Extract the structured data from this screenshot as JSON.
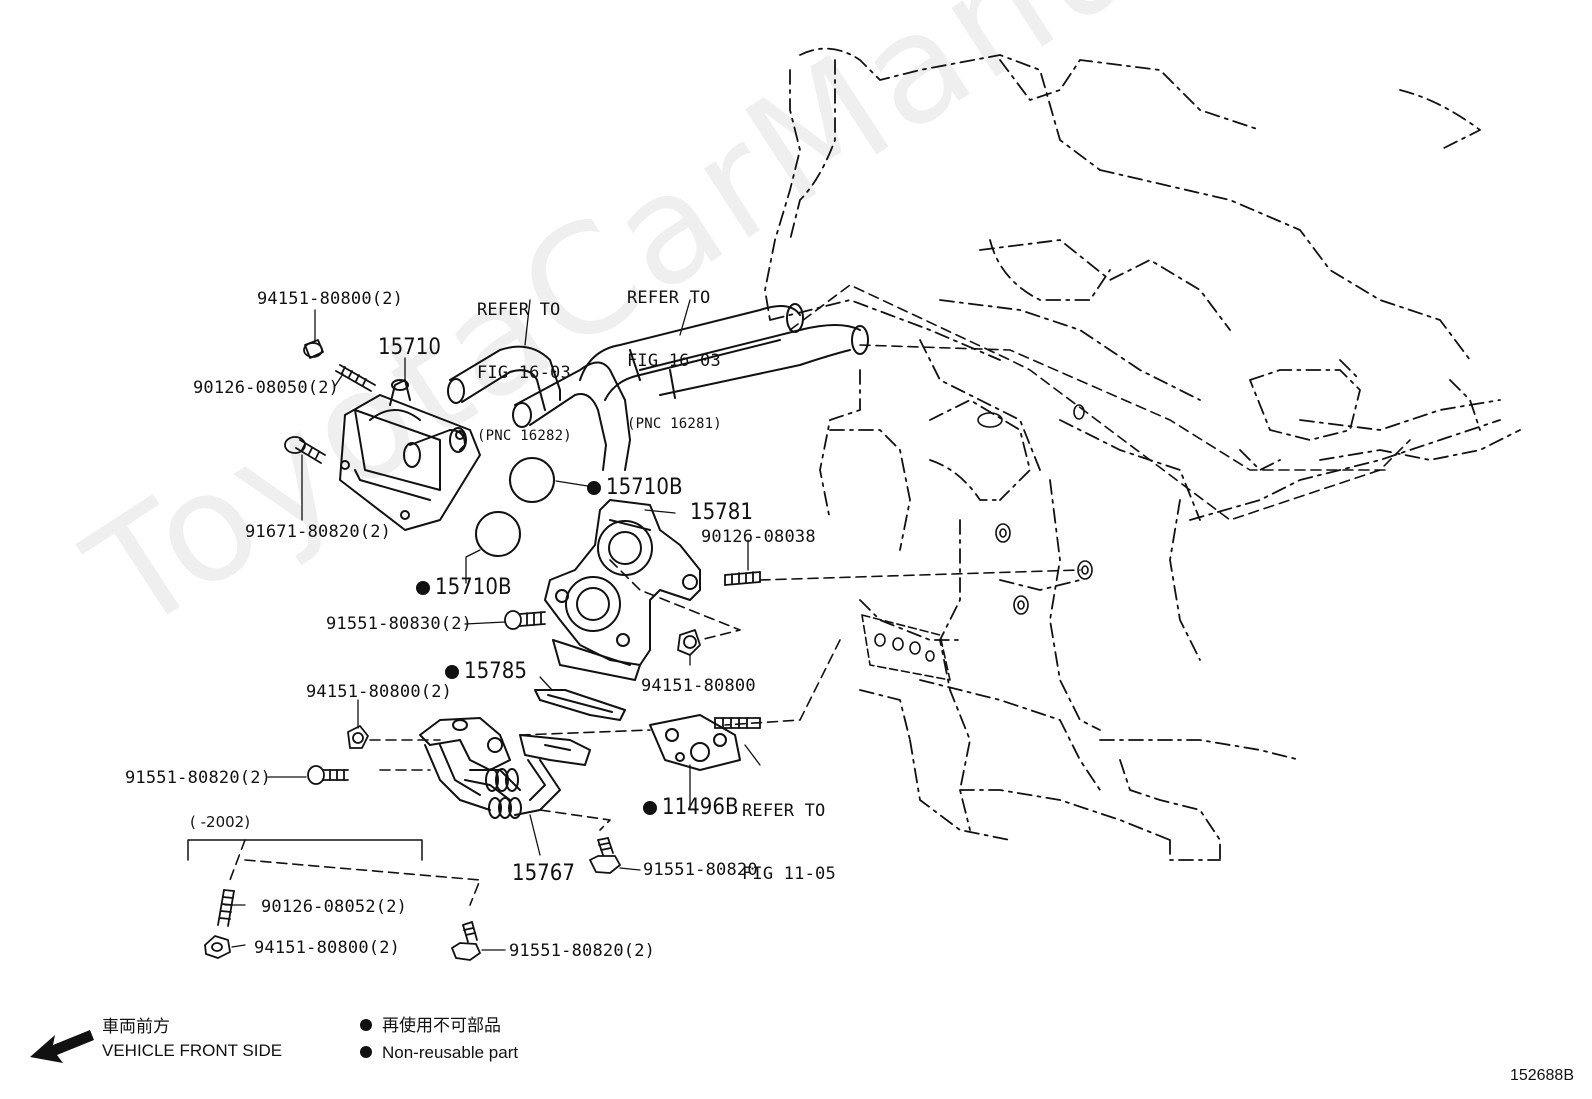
{
  "watermark": "ToyotaCarManuals.ru",
  "figure_number": "152688B",
  "date_range": "(        -2002)",
  "parts": {
    "p94151_top": "94151-80800(2)",
    "p15710": "15710",
    "p90126_08050": "90126-08050(2)",
    "p91671": "91671-80820(2)",
    "p15710b_upper": "15710B",
    "p15710b_lower": "15710B",
    "p15781": "15781",
    "p90126_08038": "90126-08038",
    "p91551_80830": "91551-80830(2)",
    "p15785": "15785",
    "p94151_mid": "94151-80800",
    "p94151_left": "94151-80800(2)",
    "p91551_80820_left": "91551-80820(2)",
    "p11496b": "11496B",
    "p15767": "15767",
    "p91551_80820_single": "91551-80820",
    "p90126_08052": "90126-08052(2)",
    "p94151_bottom": "94151-80800(2)",
    "p91551_80820_bottom": "91551-80820(2)"
  },
  "refs": {
    "ref1": {
      "line1": "REFER TO",
      "line2": "FIG 16-03",
      "line3": "(PNC 16282)"
    },
    "ref2": {
      "line1": "REFER TO",
      "line2": "FIG 16-03",
      "line3": "(PNC 16281)"
    },
    "ref3": {
      "line1": "REFER TO",
      "line2": "FIG 11-05"
    }
  },
  "legend": {
    "front_jp": "車両前方",
    "front_en": "VEHICLE FRONT SIDE",
    "nonreuse_jp": "再使用不可部品",
    "nonreuse_en": "Non-reusable part"
  }
}
